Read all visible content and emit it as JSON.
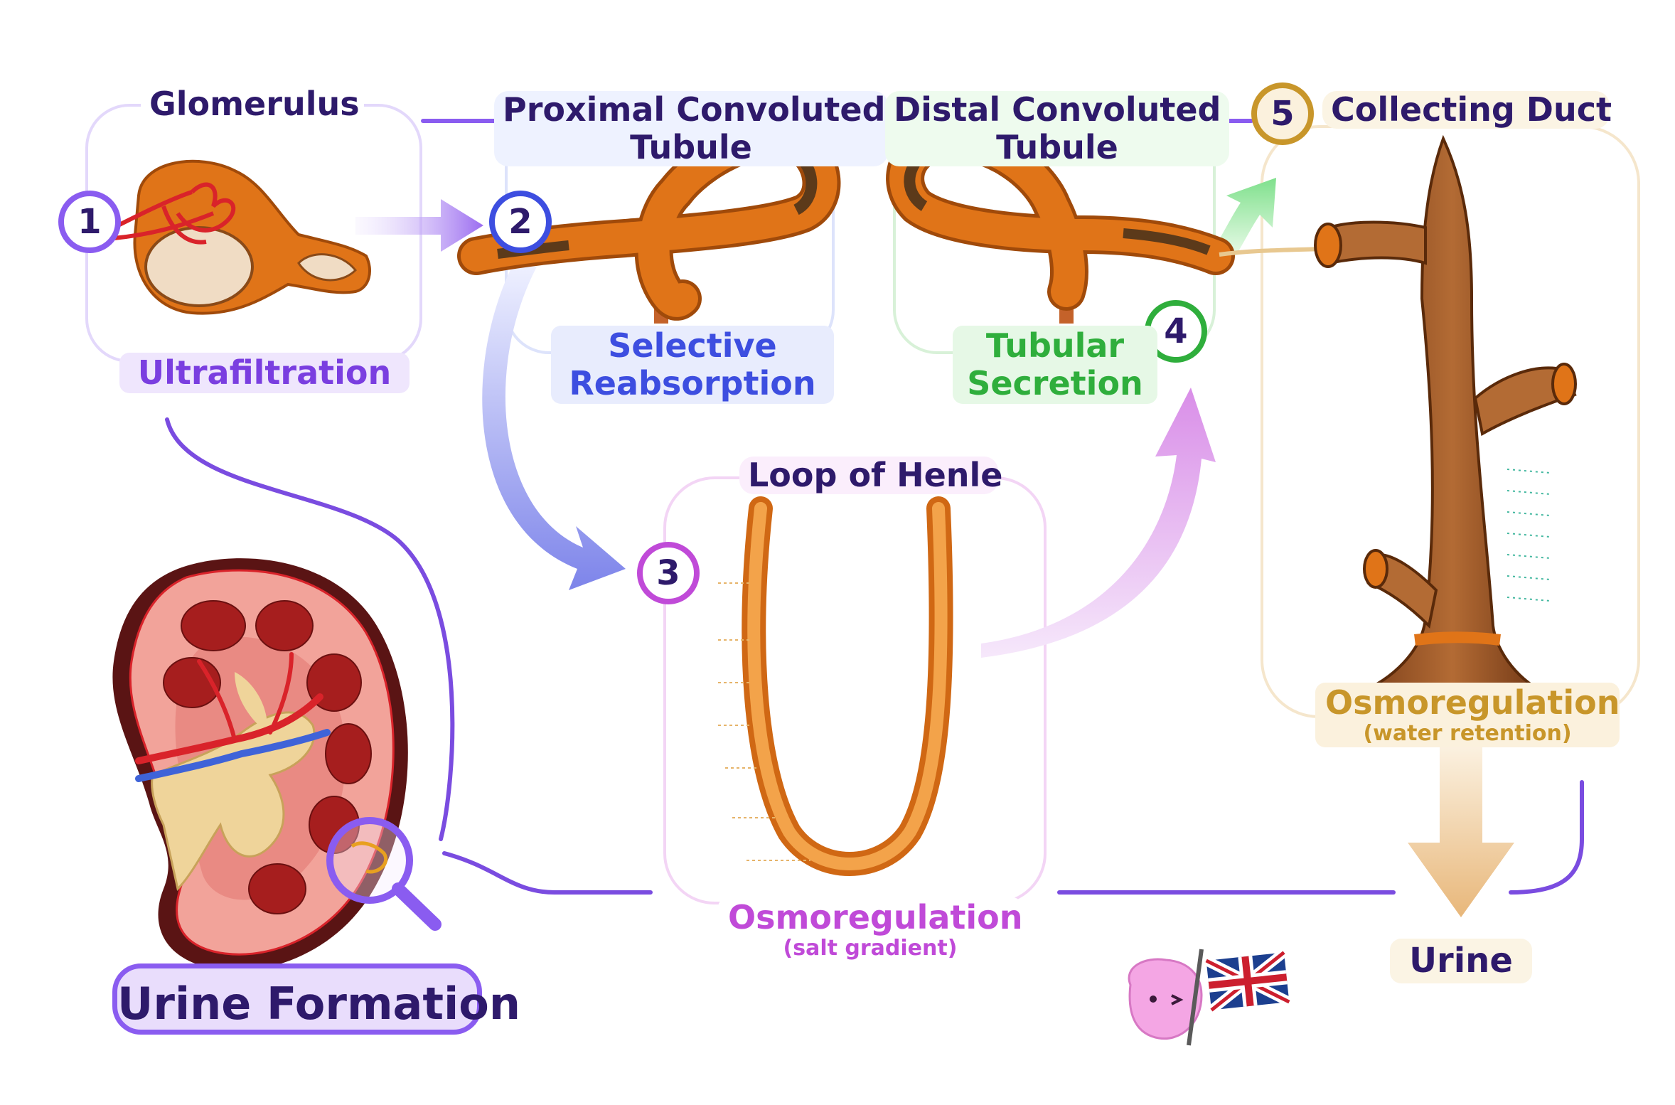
{
  "title": "Urine Formation",
  "steps": [
    {
      "number": "1",
      "name": "Glomerulus",
      "process": "Ultrafiltration"
    },
    {
      "number": "2",
      "name_line1": "Proximal Convoluted",
      "name_line2": "Tubule",
      "process_line1": "Selective",
      "process_line2": "Reabsorption"
    },
    {
      "number": "3",
      "name": "Loop of Henle",
      "process": "Osmoregulation",
      "note": "(salt gradient)"
    },
    {
      "number": "4",
      "name_line1": "Distal Convoluted",
      "name_line2": "Tubule",
      "process_line1": "Tubular",
      "process_line2": "Secretion"
    },
    {
      "number": "5",
      "name": "Collecting Duct",
      "process": "Osmoregulation",
      "note": "(water retention)"
    }
  ],
  "output": "Urine",
  "colors": {
    "step1": "#8a5cf0",
    "step2": "#3d4ee0",
    "step3": "#c04ad8",
    "step4": "#2fae3c",
    "step5": "#c8962a",
    "title_text": "#2e1a6b",
    "tissue_orange": "#e07418",
    "duct_brown": "#9c5a2a"
  },
  "icons": [
    "kidney-illustration",
    "magnifier-icon",
    "mascot-icon",
    "uk-flag-icon"
  ]
}
